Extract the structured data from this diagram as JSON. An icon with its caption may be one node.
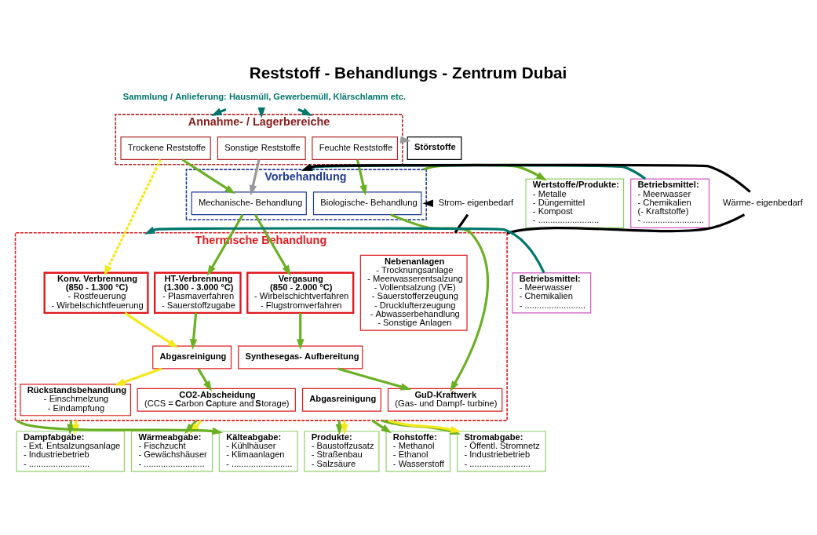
{
  "diagram": {
    "title": "Reststoff - Behandlungs - Zentrum Dubai",
    "nodes": [
      {
        "text": [
          "Sammlung / Anlieferung: Hausmüll, Gewerbemüll, Klärschlamm etc."
        ]
      },
      {
        "text": [
          "Annahme- / Lagerbereiche"
        ]
      },
      {
        "text": [
          "Trockene Reststoffe"
        ],
        "in": 1
      },
      {
        "text": [
          "Sonstige Reststoffe"
        ],
        "in": 1
      },
      {
        "text": [
          "Feuchte Reststoffe"
        ],
        "in": 1
      },
      {
        "text": [
          "Störstoffe"
        ]
      },
      {
        "text": [
          "Vorbehandlung"
        ]
      },
      {
        "text": [
          "Mechanische- Behandlung"
        ],
        "in": 6
      },
      {
        "text": [
          "Biologische- Behandlung"
        ],
        "in": 6
      },
      {
        "text": [
          "Betriebsmittel:",
          "- Meerwasser",
          "- Chemikalien",
          "(- Kraftstoffe)",
          "- ........................."
        ]
      },
      {
        "text": [
          "Wertstoffe/Produkte:",
          "- Metalle",
          "- Düngemittel",
          "- Kompost",
          "- ........................."
        ]
      },
      {
        "text": [
          "Wärme- eigenbedarf"
        ]
      },
      {
        "text": [
          "Thermische Behandlung"
        ]
      },
      {
        "text": [
          "Strom- eigenbedarf"
        ]
      },
      {
        "text": [
          "Betriebsmittel:",
          "- Meerwasser",
          "- Chemikalien",
          "- ........................."
        ]
      },
      {
        "text": [
          "Konv. Verbrennung",
          "(850 - 1.300 °C)",
          "- Rostfeuerung",
          "- Wirbelschichtfeuerung"
        ],
        "in": 12
      },
      {
        "text": [
          "HT-Verbrennung",
          "(1.300 - 3.000 °C)",
          "- Plasmaverfahren",
          "- Sauerstoffzugabe"
        ],
        "in": 12
      },
      {
        "text": [
          "Vergasung",
          "(850 - 2.000 °C)",
          "- Wirbelschichtverfahren",
          "- Flugstromverfahren"
        ],
        "in": 12
      },
      {
        "text": [
          "Nebenanlagen",
          "- Trocknungsanlage",
          "- Meerwasserentsalzung",
          "- Vollentsalzung (VE)",
          "- Sauerstofferzeugung",
          "- Drucklufterzeugung",
          "- Abwasserbehandlung",
          "- Sonstige Anlagen"
        ],
        "in": 12
      },
      {
        "text": [
          "Abgasreinigung"
        ],
        "in": 12
      },
      {
        "text": [
          "Rückstandsbehandlung",
          "- Einschmelzung",
          "- Eindampfung"
        ],
        "in": 12
      },
      {
        "text": [
          "CO2-Abscheidung",
          "(CCS = **C**arbon **C**apture and **S**torage)"
        ],
        "in": 12
      },
      {
        "text": [
          "Synthesegas- Aufbereitung"
        ],
        "in": 12
      },
      {
        "text": [
          "GuD-Kraftwerk",
          "(Gas- und Dampf- turbine)"
        ],
        "in": 12
      },
      {
        "text": [
          "Abgasreinigung"
        ],
        "in": 12
      },
      {
        "text": [
          "Dampfabgabe:",
          "- Ext. Entsalzungsanlage",
          "- Industriebetrieb",
          "- ........................."
        ]
      },
      {
        "text": [
          "Wärmeabgabe:",
          "- Fischzucht",
          "- Gewächshäuser",
          "- ........................."
        ]
      },
      {
        "text": [
          "Kälteabgabe:",
          "- Kühlhäuser",
          "- Klimaanlagen",
          "- ........................."
        ]
      },
      {
        "text": [
          "Produkte:",
          "- Baustoffzusatz",
          "- Straßenbau",
          "- Salzsäure"
        ]
      },
      {
        "text": [
          "Rohstoffe:",
          "- Methanol",
          "- Ethanol",
          "- Wasserstoff"
        ]
      },
      {
        "text": [
          "Stromabgabe:",
          "- Öffentl. Stromnetz",
          "- Industriebetrieb",
          "- ........................."
        ]
      }
    ],
    "edges": [
      {
        "from": 0,
        "to": 1,
        "arrow": "to",
        "color": "#00766c"
      },
      {
        "from": 0,
        "to": 1,
        "arrow": "to",
        "color": "#00766c"
      },
      {
        "from": 0,
        "to": 1,
        "arrow": "to",
        "color": "#00766c"
      },
      {
        "from": 1,
        "to": 5,
        "arrow": "to",
        "color": "#999999"
      },
      {
        "from": 2,
        "to": 15,
        "arrow": "to",
        "color": "#f2e81c",
        "style": "dashed"
      },
      {
        "from": 2,
        "to": 7,
        "arrow": "to"
      },
      {
        "from": 3,
        "to": 7,
        "arrow": "to",
        "color": "#999999"
      },
      {
        "from": 4,
        "to": 8,
        "arrow": "to"
      },
      {
        "from": 9,
        "to": 6,
        "arrow": "to",
        "color": "#00766c"
      },
      {
        "from": 6,
        "to": 10,
        "arrow": "to"
      },
      {
        "from": 12,
        "to": 11,
        "arrow": "none",
        "color": "#000000"
      },
      {
        "from": 11,
        "to": 6,
        "arrow": "to",
        "color": "#000000"
      },
      {
        "from": 12,
        "to": 13,
        "arrow": "none",
        "color": "#000000"
      },
      {
        "from": 13,
        "to": 6,
        "arrow": "to",
        "color": "#000000"
      },
      {
        "from": 14,
        "to": 12,
        "arrow": "to",
        "color": "#00766c"
      },
      {
        "from": 7,
        "to": 16,
        "arrow": "to"
      },
      {
        "from": 7,
        "to": 17,
        "arrow": "to"
      },
      {
        "from": 8,
        "to": 23,
        "arrow": "to"
      },
      {
        "from": 15,
        "to": 19,
        "arrow": "to",
        "color": "#f2e81c"
      },
      {
        "from": 16,
        "to": 19,
        "arrow": "to"
      },
      {
        "from": 19,
        "to": 20,
        "arrow": "to",
        "color": "#f2e81c"
      },
      {
        "from": 19,
        "to": 21,
        "arrow": "to"
      },
      {
        "from": 17,
        "to": 22,
        "arrow": "to"
      },
      {
        "from": 22,
        "to": 23,
        "arrow": "to"
      },
      {
        "from": 12,
        "to": 25,
        "arrow": "to"
      },
      {
        "from": 12,
        "to": 25,
        "arrow": "to",
        "color": "#f2e81c"
      },
      {
        "from": 12,
        "to": 26,
        "arrow": "to"
      },
      {
        "from": 12,
        "to": 26,
        "arrow": "to",
        "color": "#f2e81c"
      },
      {
        "from": 12,
        "to": 27,
        "arrow": "to"
      },
      {
        "from": 12,
        "to": 28,
        "arrow": "to"
      },
      {
        "from": 12,
        "to": 28,
        "arrow": "to",
        "color": "#f2e81c"
      },
      {
        "from": 12,
        "to": 29,
        "arrow": "to"
      },
      {
        "from": 12,
        "to": 30,
        "arrow": "to"
      },
      {
        "from": 12,
        "to": 30,
        "arrow": "to",
        "color": "#f2e81c"
      }
    ]
  }
}
